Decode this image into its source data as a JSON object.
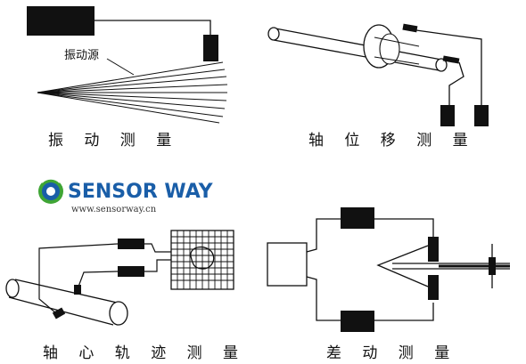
{
  "panels": {
    "vibration": {
      "caption": "振 动 测 量",
      "source_label": "振动源"
    },
    "axial": {
      "caption": "轴 位 移 测 量"
    },
    "orbit": {
      "caption": "轴 心 轨 迹 测 量"
    },
    "differential": {
      "caption": "差 动 测 量"
    }
  },
  "logo": {
    "brand": "SENSOR WAY",
    "url": "www.sensorway.cn"
  },
  "colors": {
    "ink": "#111111",
    "brand_blue": "#1a5ea8",
    "brand_green": "#3fa535"
  }
}
